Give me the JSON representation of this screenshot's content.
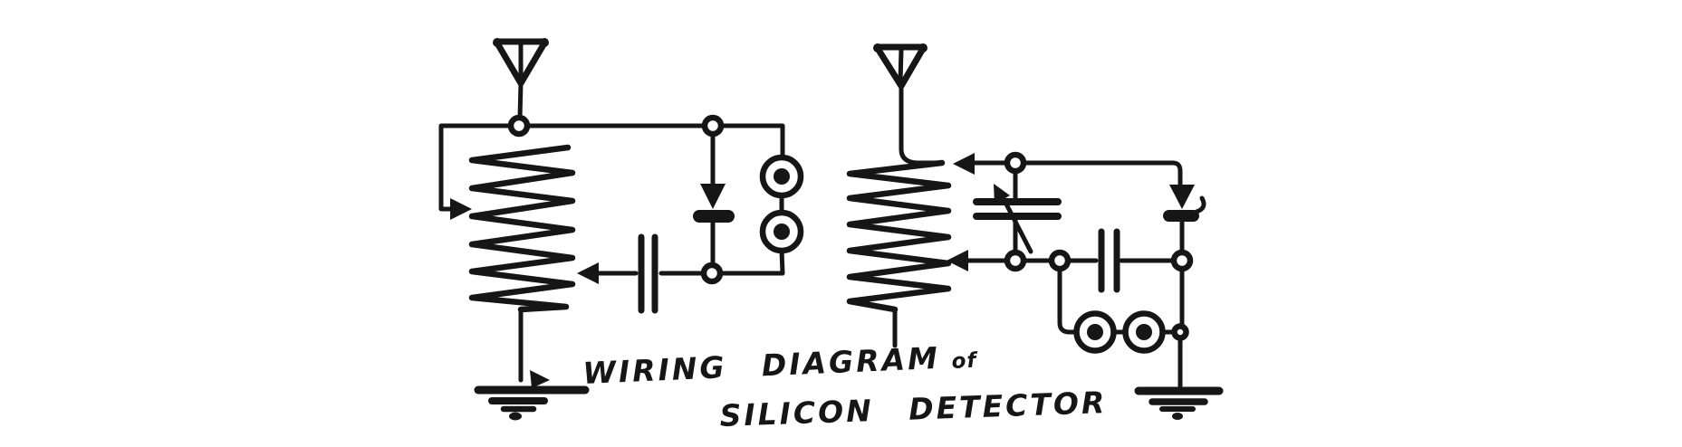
{
  "page": {
    "background_color": "#ffffff",
    "ink_color": "#161616",
    "kind": "vintage wiring schematic, black ink on white"
  },
  "caption": {
    "line1": "WIRING DIAGRAM",
    "line1_suffix": "of",
    "line2": "SILICON DETECTOR"
  },
  "components": {
    "left_circuit": [
      "antenna",
      "tuning-coil",
      "slider-tap-arrows",
      "fixed-capacitor",
      "silicon-detector",
      "telephone-receivers",
      "earth-ground"
    ],
    "right_circuit": [
      "antenna",
      "tuning-coil",
      "slider-tap-arrows",
      "variable-capacitor",
      "fixed-capacitor",
      "silicon-detector",
      "telephone-receivers",
      "earth-ground"
    ]
  }
}
